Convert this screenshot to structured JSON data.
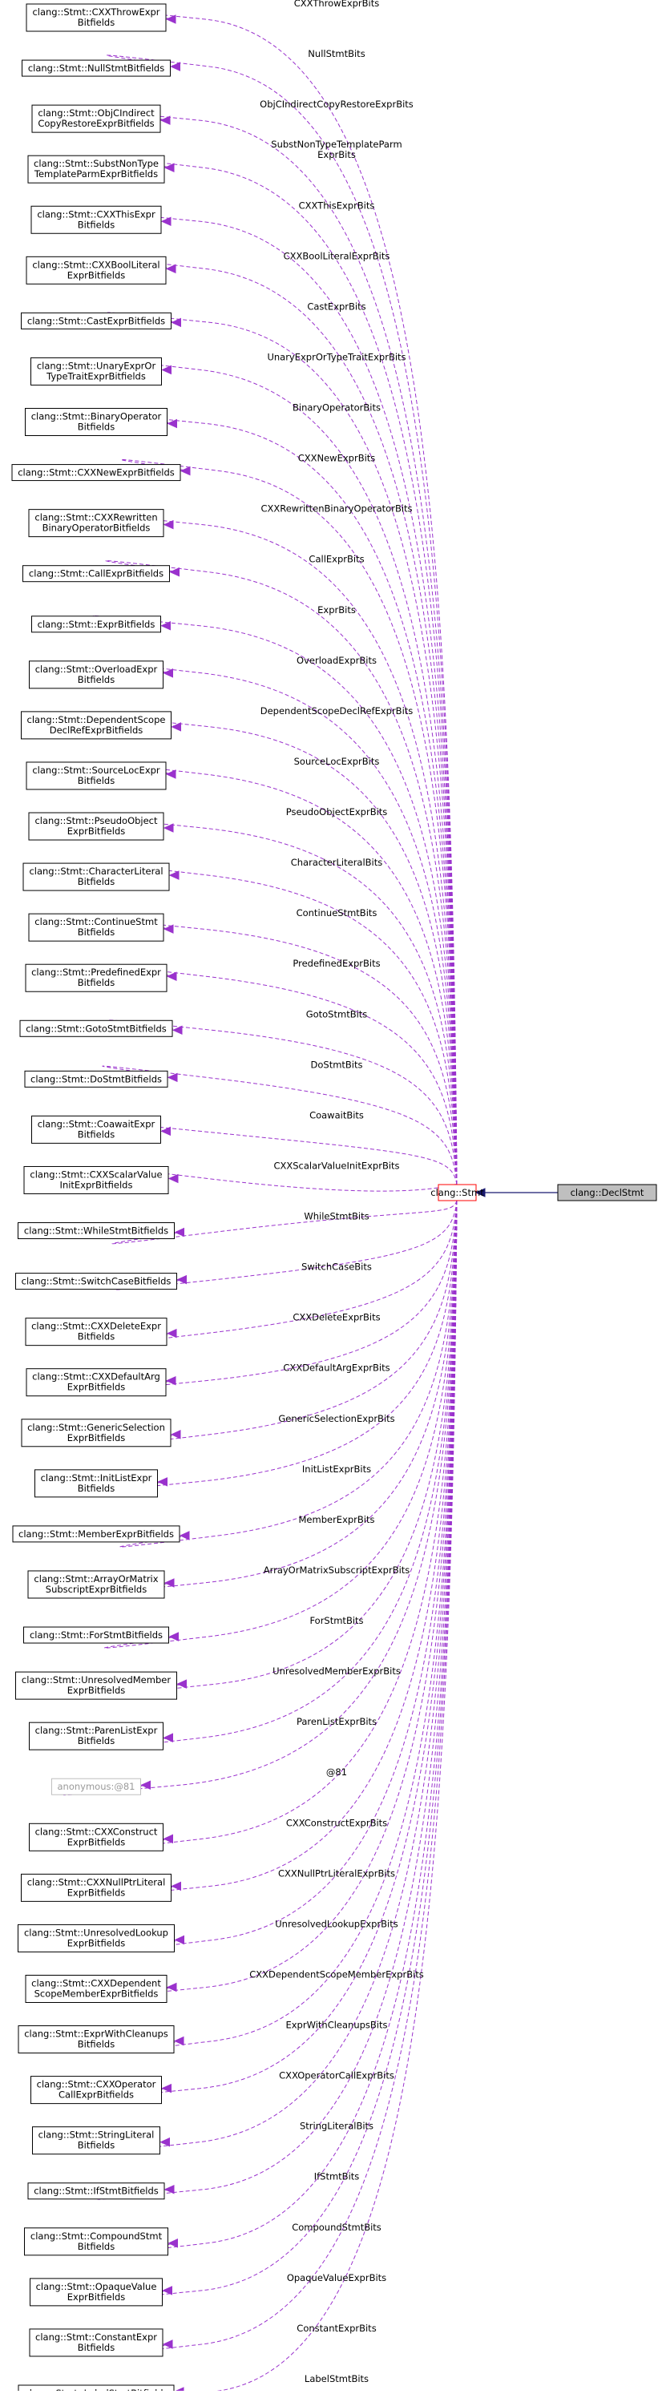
{
  "graph": {
    "target": "clang::DeclStmt",
    "hub": "clang::Stmt",
    "colors": {
      "edge": "#9a32cd",
      "inherit": "#191970",
      "hub_border": "#ff0000",
      "target_fill": "#bfbfbf"
    },
    "fields": [
      {
        "node": [
          "clang::Stmt::CXXThrowExpr",
          "Bitfields"
        ],
        "label": [
          "CXXThrowExprBits"
        ]
      },
      {
        "node": [
          "clang::Stmt::NullStmtBitfields"
        ],
        "label": [
          "NullStmtBits"
        ]
      },
      {
        "node": [
          "clang::Stmt::ObjCIndirect",
          "CopyRestoreExprBitfields"
        ],
        "label": [
          "ObjCIndirectCopyRestoreExprBits"
        ]
      },
      {
        "node": [
          "clang::Stmt::SubstNonType",
          "TemplateParmExprBitfields"
        ],
        "label": [
          "SubstNonTypeTemplateParm",
          "ExprBits"
        ]
      },
      {
        "node": [
          "clang::Stmt::CXXThisExpr",
          "Bitfields"
        ],
        "label": [
          "CXXThisExprBits"
        ]
      },
      {
        "node": [
          "clang::Stmt::CXXBoolLiteral",
          "ExprBitfields"
        ],
        "label": [
          "CXXBoolLiteralExprBits"
        ]
      },
      {
        "node": [
          "clang::Stmt::CastExprBitfields"
        ],
        "label": [
          "CastExprBits"
        ]
      },
      {
        "node": [
          "clang::Stmt::UnaryExprOr",
          "TypeTraitExprBitfields"
        ],
        "label": [
          "UnaryExprOrTypeTraitExprBits"
        ]
      },
      {
        "node": [
          "clang::Stmt::BinaryOperator",
          "Bitfields"
        ],
        "label": [
          "BinaryOperatorBits"
        ]
      },
      {
        "node": [
          "clang::Stmt::CXXNewExprBitfields"
        ],
        "label": [
          "CXXNewExprBits"
        ]
      },
      {
        "node": [
          "clang::Stmt::CXXRewritten",
          "BinaryOperatorBitfields"
        ],
        "label": [
          "CXXRewrittenBinaryOperatorBits"
        ]
      },
      {
        "node": [
          "clang::Stmt::CallExprBitfields"
        ],
        "label": [
          "CallExprBits"
        ]
      },
      {
        "node": [
          "clang::Stmt::ExprBitfields"
        ],
        "label": [
          "ExprBits"
        ]
      },
      {
        "node": [
          "clang::Stmt::OverloadExpr",
          "Bitfields"
        ],
        "label": [
          "OverloadExprBits"
        ]
      },
      {
        "node": [
          "clang::Stmt::DependentScope",
          "DeclRefExprBitfields"
        ],
        "label": [
          "DependentScopeDeclRefExprBits"
        ]
      },
      {
        "node": [
          "clang::Stmt::SourceLocExpr",
          "Bitfields"
        ],
        "label": [
          "SourceLocExprBits"
        ]
      },
      {
        "node": [
          "clang::Stmt::PseudoObject",
          "ExprBitfields"
        ],
        "label": [
          "PseudoObjectExprBits"
        ]
      },
      {
        "node": [
          "clang::Stmt::CharacterLiteral",
          "Bitfields"
        ],
        "label": [
          "CharacterLiteralBits"
        ]
      },
      {
        "node": [
          "clang::Stmt::ContinueStmt",
          "Bitfields"
        ],
        "label": [
          "ContinueStmtBits"
        ]
      },
      {
        "node": [
          "clang::Stmt::PredefinedExpr",
          "Bitfields"
        ],
        "label": [
          "PredefinedExprBits"
        ]
      },
      {
        "node": [
          "clang::Stmt::GotoStmtBitfields"
        ],
        "label": [
          "GotoStmtBits"
        ]
      },
      {
        "node": [
          "clang::Stmt::DoStmtBitfields"
        ],
        "label": [
          "DoStmtBits"
        ]
      },
      {
        "node": [
          "clang::Stmt::CoawaitExpr",
          "Bitfields"
        ],
        "label": [
          "CoawaitBits"
        ]
      },
      {
        "node": [
          "clang::Stmt::CXXScalarValue",
          "InitExprBitfields"
        ],
        "label": [
          "CXXScalarValueInitExprBits"
        ]
      },
      {
        "node": [
          "clang::Stmt::WhileStmtBitfields"
        ],
        "label": [
          "WhileStmtBits"
        ]
      },
      {
        "node": [
          "clang::Stmt::SwitchCaseBitfields"
        ],
        "label": [
          "SwitchCaseBits"
        ]
      },
      {
        "node": [
          "clang::Stmt::CXXDeleteExpr",
          "Bitfields"
        ],
        "label": [
          "CXXDeleteExprBits"
        ]
      },
      {
        "node": [
          "clang::Stmt::CXXDefaultArg",
          "ExprBitfields"
        ],
        "label": [
          "CXXDefaultArgExprBits"
        ]
      },
      {
        "node": [
          "clang::Stmt::GenericSelection",
          "ExprBitfields"
        ],
        "label": [
          "GenericSelectionExprBits"
        ]
      },
      {
        "node": [
          "clang::Stmt::InitListExpr",
          "Bitfields"
        ],
        "label": [
          "InitListExprBits"
        ]
      },
      {
        "node": [
          "clang::Stmt::MemberExprBitfields"
        ],
        "label": [
          "MemberExprBits"
        ]
      },
      {
        "node": [
          "clang::Stmt::ArrayOrMatrix",
          "SubscriptExprBitfields"
        ],
        "label": [
          "ArrayOrMatrixSubscriptExprBits"
        ]
      },
      {
        "node": [
          "clang::Stmt::ForStmtBitfields"
        ],
        "label": [
          "ForStmtBits"
        ]
      },
      {
        "node": [
          "clang::Stmt::UnresolvedMember",
          "ExprBitfields"
        ],
        "label": [
          "UnresolvedMemberExprBits"
        ]
      },
      {
        "node": [
          "clang::Stmt::ParenListExpr",
          "Bitfields"
        ],
        "label": [
          "ParenListExprBits"
        ]
      },
      {
        "node": [
          "anonymous:@81"
        ],
        "label": [
          "@81"
        ],
        "grey": true
      },
      {
        "node": [
          "clang::Stmt::CXXConstruct",
          "ExprBitfields"
        ],
        "label": [
          "CXXConstructExprBits"
        ]
      },
      {
        "node": [
          "clang::Stmt::CXXNullPtrLiteral",
          "ExprBitfields"
        ],
        "label": [
          "CXXNullPtrLiteralExprBits"
        ]
      },
      {
        "node": [
          "clang::Stmt::UnresolvedLookup",
          "ExprBitfields"
        ],
        "label": [
          "UnresolvedLookupExprBits"
        ]
      },
      {
        "node": [
          "clang::Stmt::CXXDependent",
          "ScopeMemberExprBitfields"
        ],
        "label": [
          "CXXDependentScopeMemberExprBits"
        ]
      },
      {
        "node": [
          "clang::Stmt::ExprWithCleanups",
          "Bitfields"
        ],
        "label": [
          "ExprWithCleanupsBits"
        ]
      },
      {
        "node": [
          "clang::Stmt::CXXOperator",
          "CallExprBitfields"
        ],
        "label": [
          "CXXOperatorCallExprBits"
        ]
      },
      {
        "node": [
          "clang::Stmt::StringLiteral",
          "Bitfields"
        ],
        "label": [
          "StringLiteralBits"
        ]
      },
      {
        "node": [
          "clang::Stmt::IfStmtBitfields"
        ],
        "label": [
          "IfStmtBits"
        ]
      },
      {
        "node": [
          "clang::Stmt::CompoundStmt",
          "Bitfields"
        ],
        "label": [
          "CompoundStmtBits"
        ]
      },
      {
        "node": [
          "clang::Stmt::OpaqueValue",
          "ExprBitfields"
        ],
        "label": [
          "OpaqueValueExprBits"
        ]
      },
      {
        "node": [
          "clang::Stmt::ConstantExpr",
          "Bitfields"
        ],
        "label": [
          "ConstantExprBits"
        ]
      },
      {
        "node": [
          "clang::Stmt::LabelStmtBitfields"
        ],
        "label": [
          "LabelStmtBits"
        ]
      }
    ]
  }
}
